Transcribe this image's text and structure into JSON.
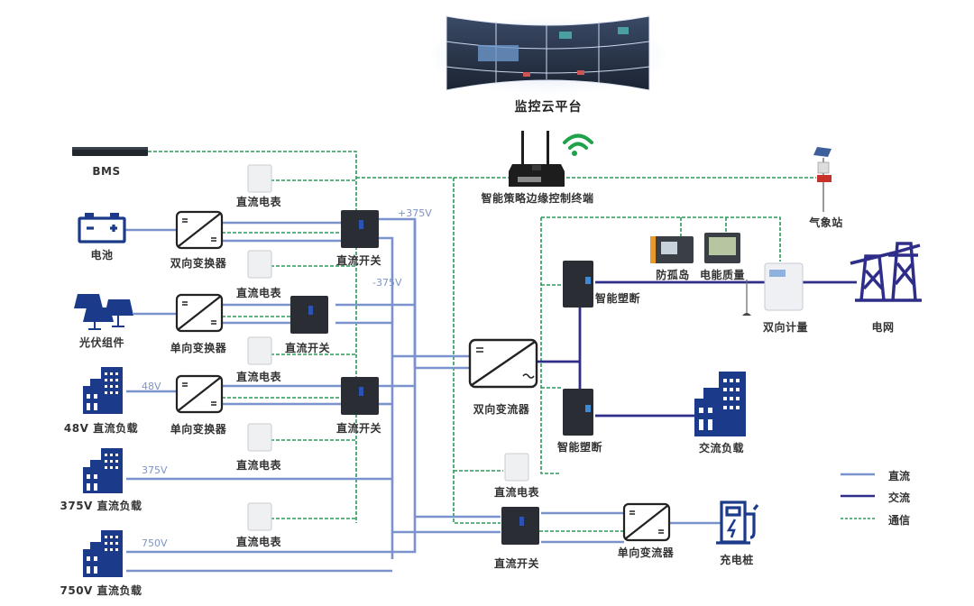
{
  "title": "监控云平台",
  "colors": {
    "dc": "#7b93cc",
    "ac": "#2e2e8a",
    "comm": "#2a9a5a",
    "icon_blue": "#1b3a8a"
  },
  "nodes": {
    "bms": "BMS",
    "edge_terminal": "智能策略边缘控制终端",
    "weather_station": "气象站",
    "battery": "电池",
    "bidirectional_dc_converter": "双向变换器",
    "pv_module": "光伏组件",
    "unidirectional_dc_converter_1": "单向变换器",
    "load_48v": "48V 直流负载",
    "unidirectional_dc_converter_2": "单向变换器",
    "load_375v": "375V 直流负载",
    "load_750v": "750V 直流负载",
    "dc_meter_1": "直流电表",
    "dc_meter_2": "直流电表",
    "dc_meter_3": "直流电表",
    "dc_meter_4": "直流电表",
    "dc_meter_5": "直流电表",
    "dc_meter_6": "直流电表",
    "dc_switch_1": "直流开关",
    "dc_switch_2": "直流开关",
    "dc_switch_3": "直流开关",
    "dc_switch_4": "直流开关",
    "bidirectional_inverter": "双向变流器",
    "smart_mccb_1": "智能塑断",
    "smart_mccb_2": "智能塑断",
    "anti_islanding": "防孤岛",
    "power_quality": "电能质量",
    "bidirectional_meter": "双向计量",
    "grid": "电网",
    "ac_load": "交流负载",
    "unidirectional_inverter": "单向变流器",
    "charging_pile": "充电桩"
  },
  "voltages": {
    "pos_bus": "+375V",
    "neg_bus": "-375V",
    "v48": "48V",
    "v375": "375V",
    "v750": "750V"
  },
  "legend": [
    {
      "label": "直流",
      "type": "dc"
    },
    {
      "label": "交流",
      "type": "ac"
    },
    {
      "label": "通信",
      "type": "comm"
    }
  ]
}
